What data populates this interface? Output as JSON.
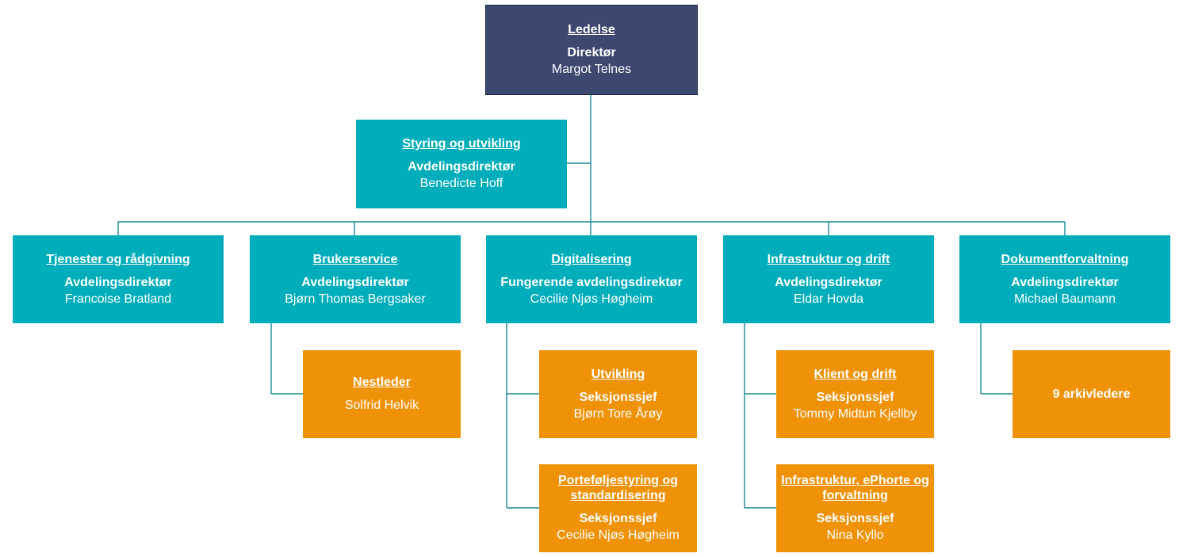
{
  "nodes": {
    "ledelse": {
      "unit": "Ledelse",
      "role": "Direktør",
      "person": "Margot Telnes"
    },
    "styring": {
      "unit": "Styring og utvikling",
      "role": "Avdelingsdirektør",
      "person": "Benedicte Hoff"
    },
    "tjenester": {
      "unit": "Tjenester og rådgivning",
      "role": "Avdelingsdirektør",
      "person": "Francoise Bratland"
    },
    "brukerservice": {
      "unit": "Brukerservice",
      "role": "Avdelingsdirektør",
      "person": "Bjørn Thomas Bergsaker"
    },
    "digitalisering": {
      "unit": "Digitalisering",
      "role": "Fungerende avdelingsdirektør",
      "person": "Cecilie Njøs Høgheim"
    },
    "infrastruktur": {
      "unit": "Infrastruktur og drift",
      "role": "Avdelingsdirektør",
      "person": "Eldar Hovda"
    },
    "dokument": {
      "unit": "Dokumentforvaltning",
      "role": "Avdelingsdirektør",
      "person": "Michael Baumann"
    },
    "nestleder": {
      "unit": "Nestleder",
      "person": "Solfrid Helvik"
    },
    "utvikling": {
      "unit": "Utvikling",
      "role": "Seksjonssjef",
      "person": "Bjørn Tore Årøy"
    },
    "portefolje": {
      "unit": "Porteføljestyring og standardisering",
      "role": "Seksjonssjef",
      "person": "Cecilie Njøs Høgheim"
    },
    "klient": {
      "unit": "Klient og drift",
      "role": "Seksjonssjef",
      "person": "Tommy Midtun Kjellby"
    },
    "ephorte": {
      "unit": "Infrastruktur, ePhorte og forvaltning",
      "role": "Seksjonssjef",
      "person": "Nina Kyllo"
    },
    "arkiv": {
      "role": "9 arkivledere"
    }
  },
  "colors": {
    "management": "#3c4870",
    "department": "#00adbb",
    "section": "#f09208",
    "connector": "#1a8a9a"
  }
}
